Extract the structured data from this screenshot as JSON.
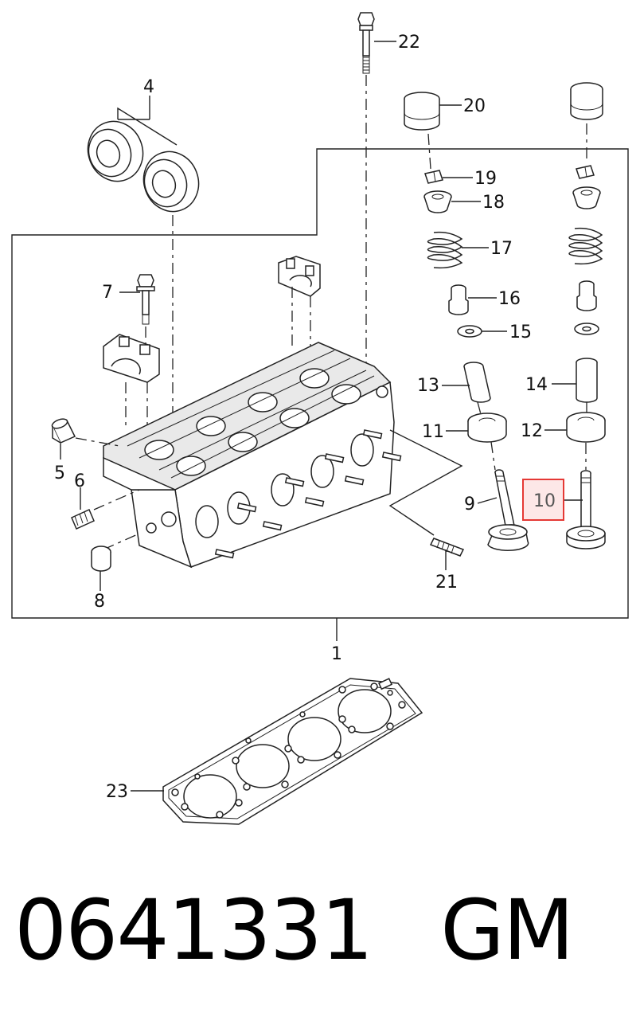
{
  "diagram": {
    "callouts": [
      {
        "id": "1",
        "text": "1"
      },
      {
        "id": "4",
        "text": "4"
      },
      {
        "id": "5",
        "text": "5"
      },
      {
        "id": "6",
        "text": "6"
      },
      {
        "id": "7",
        "text": "7"
      },
      {
        "id": "8",
        "text": "8"
      },
      {
        "id": "9",
        "text": "9"
      },
      {
        "id": "10",
        "text": "10"
      },
      {
        "id": "11",
        "text": "11"
      },
      {
        "id": "12",
        "text": "12"
      },
      {
        "id": "13",
        "text": "13"
      },
      {
        "id": "14",
        "text": "14"
      },
      {
        "id": "15",
        "text": "15"
      },
      {
        "id": "16",
        "text": "16"
      },
      {
        "id": "17",
        "text": "17"
      },
      {
        "id": "18",
        "text": "18"
      },
      {
        "id": "19",
        "text": "19"
      },
      {
        "id": "20",
        "text": "20"
      },
      {
        "id": "21",
        "text": "21"
      },
      {
        "id": "22",
        "text": "22"
      },
      {
        "id": "23",
        "text": "23"
      }
    ],
    "highlighted_callout": "10",
    "highlight_color": "#e53935",
    "highlight_fill": "#fde7e7"
  },
  "footer": {
    "part_number": "0641331",
    "brand": "GM"
  }
}
